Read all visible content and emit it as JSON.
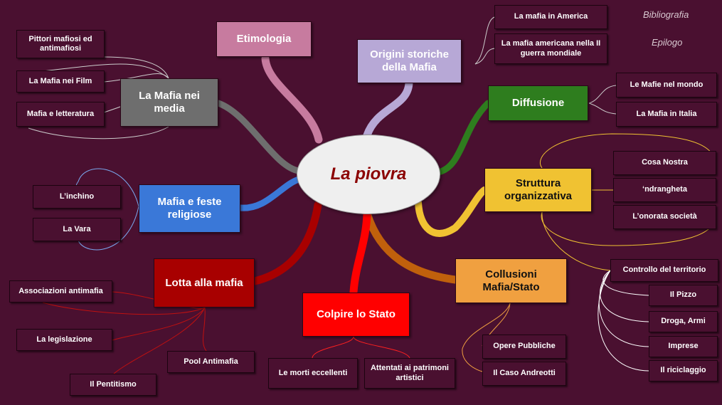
{
  "center": "La piovra",
  "links": {
    "bibliografia": "Bibliografia",
    "epilogo": "Epilogo"
  },
  "colors": {
    "background": "#4a1030",
    "etimologia": "#c77b9f",
    "origini": "#b7a8d6",
    "diffusione": "#2e7d1e",
    "struttura": "#f0c232",
    "collusioni": "#f0a040",
    "colpire": "#ff0000",
    "lotta": "#a80000",
    "feste": "#3a78d8",
    "media": "#6e6e6e"
  },
  "branches": {
    "etimologia": "Etimologia",
    "origini": "Origini storiche della Mafia",
    "diffusione": "Diffusione",
    "struttura": "Struttura organizzativa",
    "collusioni": "Collusioni Mafia/Stato",
    "colpire": "Colpire lo Stato",
    "lotta": "Lotta alla mafia",
    "feste": "Mafia e feste religiose",
    "media": "La Mafia nei media"
  },
  "leaves": {
    "mafia_america": "La mafia in America",
    "mafia_americana_guerra": "La mafia americana nella II guerra mondiale",
    "mafie_mondo": "Le Mafie nel mondo",
    "mafia_italia": "La Mafia  in Italia",
    "cosa_nostra": "Cosa Nostra",
    "ndrangheta": "‘ndrangheta",
    "onorata": "L’onorata società",
    "controllo": "Controllo del territorio",
    "pizzo": "Il Pizzo",
    "droga": "Droga, Armi",
    "imprese": "Imprese",
    "riciclaggio": "Il riciclaggio",
    "opere": "Opere Pubbliche",
    "andreotti": "Il Caso Andreotti",
    "morti": "Le morti eccellenti",
    "attentati": "Attentati ai patrimoni artistici",
    "associazioni": "Associazioni antimafia",
    "legislazione": "La legislazione",
    "pool": "Pool Antimafia",
    "pentitismo": "Il Pentitismo",
    "inchino": "L’inchino",
    "vara": "La Vara",
    "pittori": "Pittori mafiosi ed antimafiosi",
    "film": "La Mafia nei Film",
    "letteratura": "Mafia e letteratura"
  }
}
